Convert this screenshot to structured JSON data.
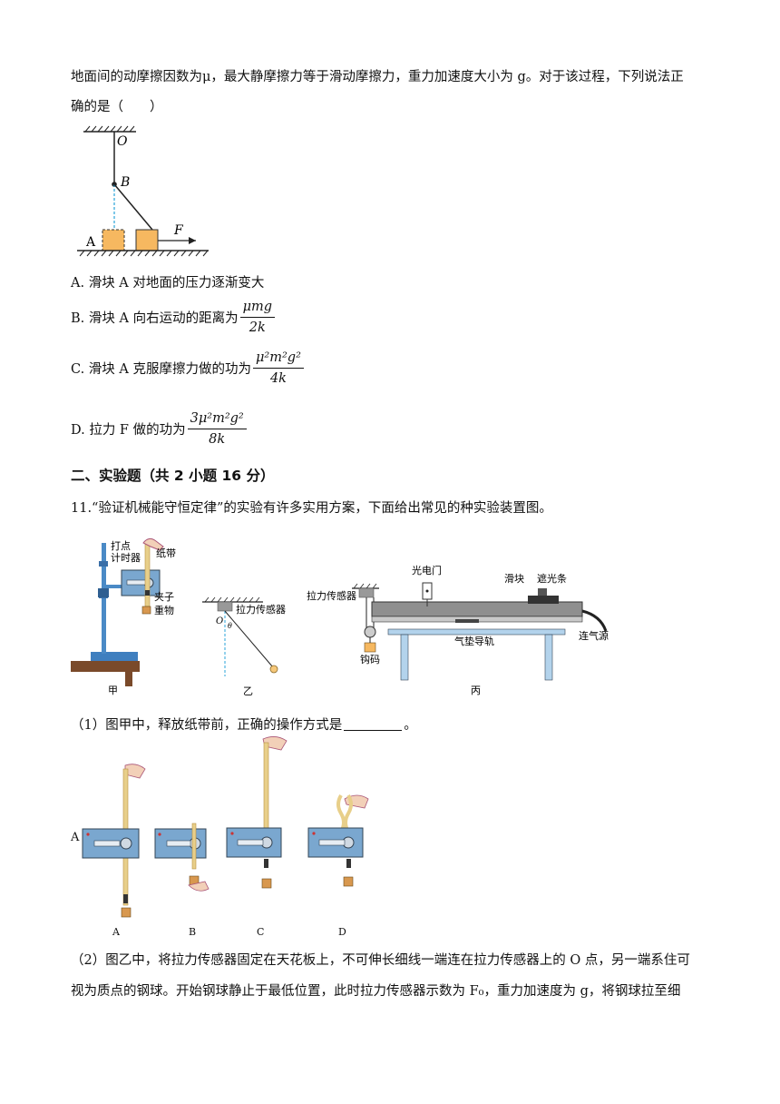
{
  "question10": {
    "stem_line1": "地面间的动摩擦因数为μ，最大静摩擦力等于滑动摩擦力，重力加速度大小为 g。对于该过程，下列说法正",
    "stem_line2": "确的是（　　）",
    "figure": {
      "label_O": "O",
      "label_B": "B",
      "label_A": "A",
      "label_F": "F"
    },
    "options": [
      {
        "prefix": "A. 滑块 A 对地面的压力逐渐变大"
      },
      {
        "prefix": "B. 滑块 A 向右运动的距离为",
        "num": "μmg",
        "den": "2k"
      },
      {
        "prefix": "C. 滑块 A 克服摩擦力做的功为",
        "num": "μ²m²g²",
        "den": "4k"
      },
      {
        "prefix": "D. 拉力 F 做的功为",
        "num": "3μ²m²g²",
        "den": "8k"
      }
    ]
  },
  "section_title": "二、实验题（共 2 小题 16 分）",
  "question11": {
    "stem": "11.“验证机械能守恒定律”的实验有许多实用方案，下面给出常见的种实验装置图。",
    "fig_jia": {
      "timer": "打点\n计时器",
      "tape": "纸带",
      "clip": "夹子",
      "weight": "重物",
      "caption": "甲"
    },
    "fig_yi": {
      "sensor": "拉力传感器",
      "O": "O",
      "theta": "θ",
      "caption": "乙"
    },
    "fig_bing": {
      "sensor": "拉力传感器",
      "gate": "光电门",
      "slider": "滑块",
      "strip": "遮光条",
      "air": "连气源",
      "track": "气垫导轨",
      "hook": "钩码",
      "caption": "丙"
    },
    "part1": "（1）图甲中，释放纸带前，正确的操作方式是",
    "part1_end": "。",
    "choice_side_label": "A",
    "choices": [
      "A",
      "B",
      "C",
      "D"
    ],
    "part2_line1": "（2）图乙中，将拉力传感器固定在天花板上，不可伸长细线一端连在拉力传感器上的 O 点，另一端系住可",
    "part2_line2": "视为质点的钢球。开始钢球静止于最低位置，此时拉力传感器示数为 F₀，重力加速度为 g，将钢球拉至细"
  }
}
